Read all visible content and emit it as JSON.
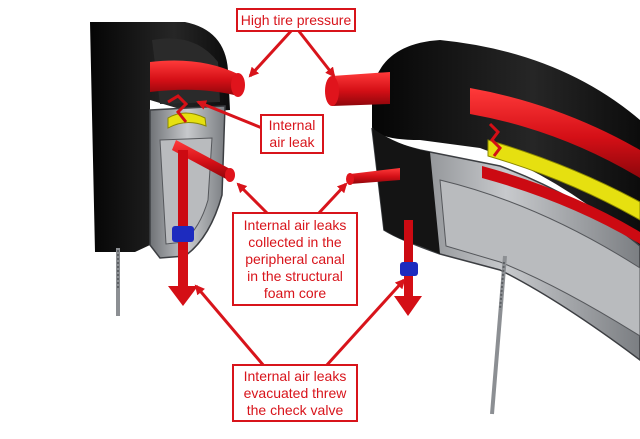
{
  "callouts": {
    "high_pressure": "High tire pressure",
    "internal_leak": "Internal\nair leak",
    "collected": "Internal air leaks\ncollected in the\nperipheral canal\nin the structural\nfoam core",
    "evacuated": "Internal air leaks\nevacuated threw\nthe check valve"
  },
  "colors": {
    "callout": "#d8141b",
    "tire": "#111111",
    "rim": "#9a9ca0",
    "canal": "#cc0a12",
    "tape": "#e6e010",
    "valve": "#1d2bbf",
    "spoke": "#8c8f93"
  }
}
